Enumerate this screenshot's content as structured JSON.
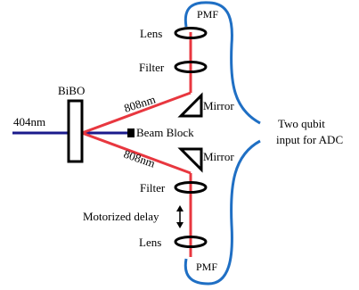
{
  "labels": {
    "pmf_top": "PMF",
    "pmf_bottom": "PMF",
    "lens_top": "Lens",
    "lens_bottom": "Lens",
    "filter_top": "Filter",
    "filter_bottom": "Filter",
    "mirror_top": "Mirror",
    "mirror_bottom": "Mirror",
    "bibo": "BiBO",
    "pump_wavelength": "404nm",
    "signal_wavelength_top": "808nm",
    "signal_wavelength_bottom": "808nm",
    "beam_block": "Beam Block",
    "motorized_delay": "Motorized delay",
    "output_line1": "Two qubit",
    "output_line2": "input for ADC"
  },
  "colors": {
    "pump_beam": "#1a1a8c",
    "downconverted_beam": "#e8373f",
    "fiber": "#1f6fc4",
    "optics": "#000000"
  }
}
